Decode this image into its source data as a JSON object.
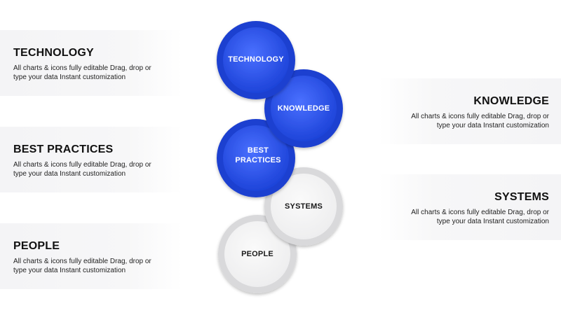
{
  "panels": [
    {
      "id": "technology",
      "side": "left",
      "title": "TECHNOLOGY",
      "description": "All charts & icons fully editable Drag, drop or type your data Instant customization"
    },
    {
      "id": "best-practices",
      "side": "left",
      "title": "BEST PRACTICES",
      "description": "All charts & icons fully editable Drag, drop or type your data Instant customization"
    },
    {
      "id": "people",
      "side": "left",
      "title": "PEOPLE",
      "description": "All charts & icons fully editable Drag, drop or type your data Instant customization"
    },
    {
      "id": "knowledge",
      "side": "right",
      "title": "KNOWLEDGE",
      "description": "All charts & icons fully editable Drag, drop or type your data Instant customization"
    },
    {
      "id": "systems",
      "side": "right",
      "title": "SYSTEMS",
      "description": "All charts & icons fully editable Drag, drop or type your data Instant customization"
    }
  ],
  "circles": [
    {
      "id": "technology",
      "label_lines": [
        "TECHNOLOGY"
      ],
      "style": "blue"
    },
    {
      "id": "knowledge",
      "label_lines": [
        "KNOWLEDGE"
      ],
      "style": "blue"
    },
    {
      "id": "best-practices",
      "label_lines": [
        "BEST",
        "PRACTICES"
      ],
      "style": "blue"
    },
    {
      "id": "systems",
      "label_lines": [
        "SYSTEMS"
      ],
      "style": "grey"
    },
    {
      "id": "people",
      "label_lines": [
        "PEOPLE"
      ],
      "style": "grey"
    }
  ],
  "colors": {
    "blue_ring": "#1a3fd1",
    "blue_fill_light": "#3a63f5",
    "blue_fill_dark": "#1438c8",
    "grey_ring": "#d8d8da",
    "grey_fill": "#f4f4f5"
  }
}
